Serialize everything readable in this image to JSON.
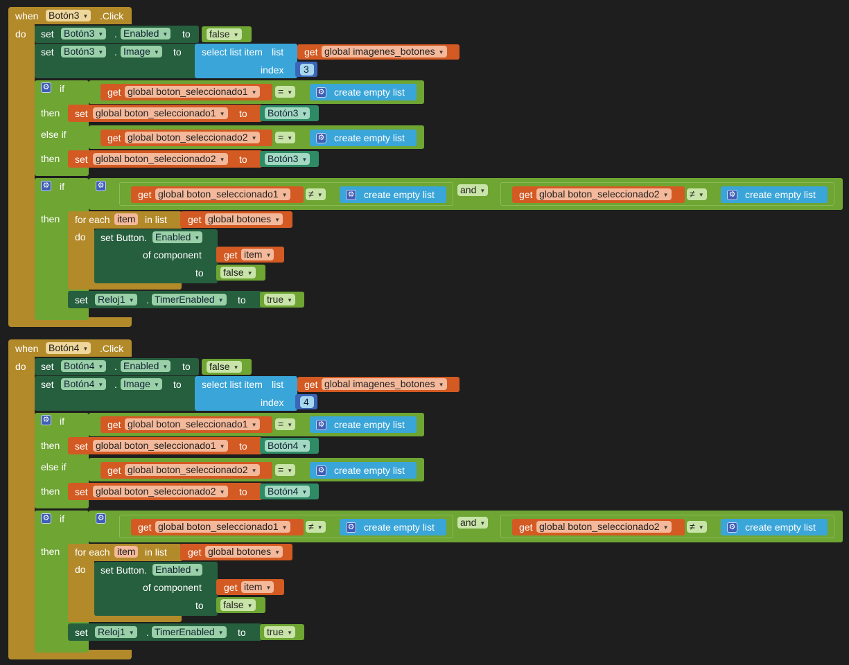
{
  "events": [
    {
      "when": "when",
      "component": "Botón3",
      "event": ".Click",
      "do": "do",
      "row1": {
        "set": "set",
        "comp": "Botón3",
        "dot": ".",
        "prop": "Enabled",
        "to": "to",
        "value": "false"
      },
      "row2": {
        "set": "set",
        "comp": "Botón3",
        "dot": ".",
        "prop": "Image",
        "to": "to",
        "select": "select list item",
        "list": "list",
        "get": "get",
        "var": "global imagenes_botones",
        "index_label": "index",
        "index": "3"
      },
      "if1": {
        "if": "if",
        "get": "get",
        "var": "global boton_seleccionado1",
        "op": "=",
        "empty": "create empty list"
      },
      "then1": {
        "then": "then",
        "set": "set",
        "var": "global boton_seleccionado1",
        "to": "to",
        "value": "Botón3"
      },
      "elseif": {
        "elseif": "else if",
        "get": "get",
        "var": "global boton_seleccionado2",
        "op": "=",
        "empty": "create empty list"
      },
      "then2": {
        "then": "then",
        "set": "set",
        "var": "global boton_seleccionado2",
        "to": "to",
        "value": "Botón3"
      },
      "if2": {
        "if": "if",
        "get1": "get",
        "var1": "global boton_seleccionado1",
        "op1": "≠",
        "empty1": "create empty list",
        "and": "and",
        "get2": "get",
        "var2": "global boton_seleccionado2",
        "op2": "≠",
        "empty2": "create empty list"
      },
      "then3": {
        "then": "then",
        "foreach": "for each",
        "item": "item",
        "inlist": "in list",
        "get": "get",
        "var": "global botones"
      },
      "do2": {
        "do": "do",
        "setbtn": "set Button.",
        "prop": "Enabled",
        "ofcomp": "of component",
        "get": "get",
        "item": "item",
        "to": "to",
        "value": "false"
      },
      "row_timer": {
        "set": "set",
        "comp": "Reloj1",
        "dot": ".",
        "prop": "TimerEnabled",
        "to": "to",
        "value": "true"
      }
    },
    {
      "when": "when",
      "component": "Botón4",
      "event": ".Click",
      "do": "do",
      "row1": {
        "set": "set",
        "comp": "Botón4",
        "dot": ".",
        "prop": "Enabled",
        "to": "to",
        "value": "false"
      },
      "row2": {
        "set": "set",
        "comp": "Botón4",
        "dot": ".",
        "prop": "Image",
        "to": "to",
        "select": "select list item",
        "list": "list",
        "get": "get",
        "var": "global imagenes_botones",
        "index_label": "index",
        "index": "4"
      },
      "if1": {
        "if": "if",
        "get": "get",
        "var": "global boton_seleccionado1",
        "op": "=",
        "empty": "create empty list"
      },
      "then1": {
        "then": "then",
        "set": "set",
        "var": "global boton_seleccionado1",
        "to": "to",
        "value": "Botón4"
      },
      "elseif": {
        "elseif": "else if",
        "get": "get",
        "var": "global boton_seleccionado2",
        "op": "=",
        "empty": "create empty list"
      },
      "then2": {
        "then": "then",
        "set": "set",
        "var": "global boton_seleccionado2",
        "to": "to",
        "value": "Botón4"
      },
      "if2": {
        "if": "if",
        "get1": "get",
        "var1": "global boton_seleccionado1",
        "op1": "≠",
        "empty1": "create empty list",
        "and": "and",
        "get2": "get",
        "var2": "global boton_seleccionado2",
        "op2": "≠",
        "empty2": "create empty list"
      },
      "then3": {
        "then": "then",
        "foreach": "for each",
        "item": "item",
        "inlist": "in list",
        "get": "get",
        "var": "global botones"
      },
      "do2": {
        "do": "do",
        "setbtn": "set Button.",
        "prop": "Enabled",
        "ofcomp": "of component",
        "get": "get",
        "item": "item",
        "to": "to",
        "value": "false"
      },
      "row_timer": {
        "set": "set",
        "comp": "Reloj1",
        "dot": ".",
        "prop": "TimerEnabled",
        "to": "to",
        "value": "true"
      }
    }
  ],
  "icons": {
    "gear": "gear-icon",
    "dropdown": "dropdown-arrow-icon"
  },
  "colors": {
    "background": "#1e1e1e",
    "event": "#b38a2a",
    "component": "#265f3e",
    "variable": "#d35a22",
    "logic": "#6ea533",
    "list": "#3aa5d8",
    "math": "#3b66b8"
  }
}
